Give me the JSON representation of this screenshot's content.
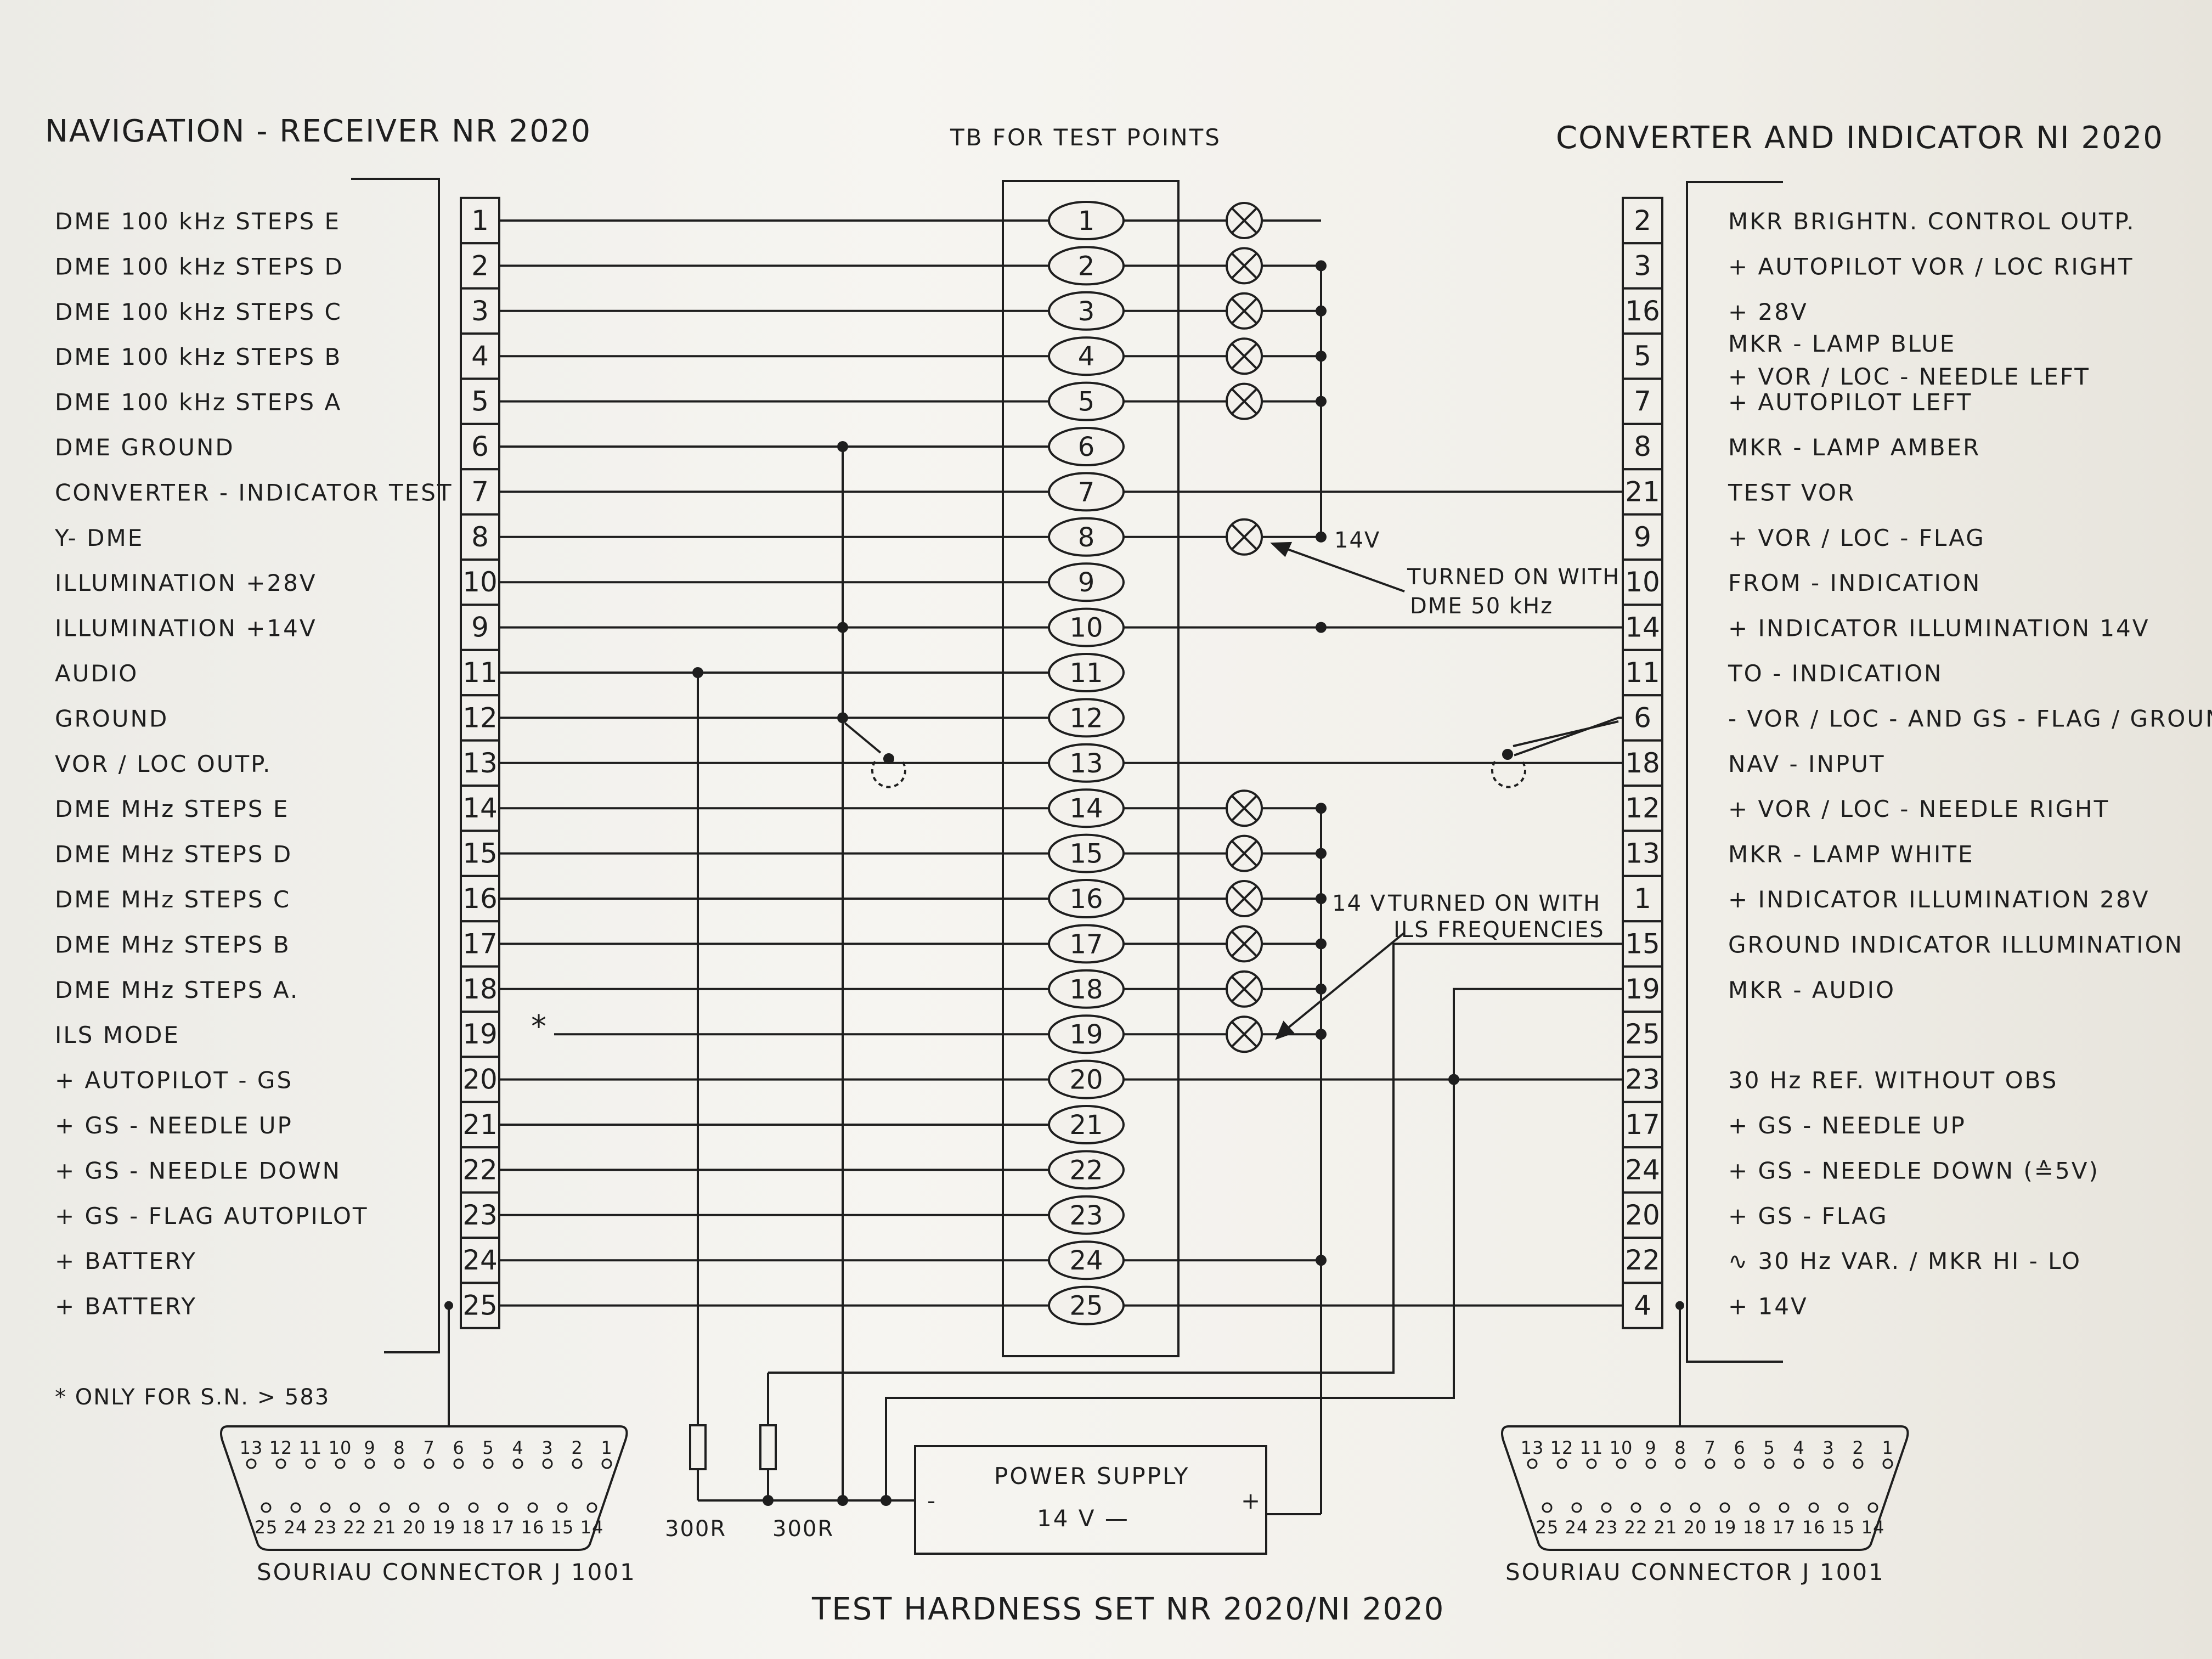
{
  "titles": {
    "left_device": "NAVIGATION - RECEIVER  NR 2020",
    "test_block": "TB FOR TEST POINTS",
    "right_device": "CONVERTER  AND  INDICATOR  NI 2020",
    "figure_caption": "TEST  HARDNESS  SET  NR 2020/NI 2020"
  },
  "left_pins": [
    {
      "label": "DME  100 kHz  STEPS  E",
      "pin": "1"
    },
    {
      "label": "DME  100 kHz  STEPS  D",
      "pin": "2"
    },
    {
      "label": "DME  100 kHz  STEPS  C",
      "pin": "3"
    },
    {
      "label": "DME  100 kHz  STEPS  B",
      "pin": "4"
    },
    {
      "label": "DME  100 kHz  STEPS  A",
      "pin": "5"
    },
    {
      "label": "DME  GROUND",
      "pin": "6"
    },
    {
      "label": "CONVERTER - INDICATOR  TEST",
      "pin": "7"
    },
    {
      "label": "Y- DME",
      "pin": "8"
    },
    {
      "label": "ILLUMINATION  +28V",
      "pin": "10"
    },
    {
      "label": "ILLUMINATION  +14V",
      "pin": "9"
    },
    {
      "label": "AUDIO",
      "pin": "11"
    },
    {
      "label": "GROUND",
      "pin": "12"
    },
    {
      "label": "VOR / LOC  OUTP.",
      "pin": "13"
    },
    {
      "label": "DME MHz   STEPS  E",
      "pin": "14"
    },
    {
      "label": "DME MHz   STEPS  D",
      "pin": "15"
    },
    {
      "label": "DME MHz   STEPS  C",
      "pin": "16"
    },
    {
      "label": "DME MHz   STEPS  B",
      "pin": "17"
    },
    {
      "label": "DME MHz   STEPS  A.",
      "pin": "18"
    },
    {
      "label": "ILS  MODE",
      "pin": "19"
    },
    {
      "label": "+ AUTOPILOT - GS",
      "pin": "20"
    },
    {
      "label": "+ GS - NEEDLE  UP",
      "pin": "21"
    },
    {
      "label": "+ GS - NEEDLE  DOWN",
      "pin": "22"
    },
    {
      "label": "+ GS - FLAG  AUTOPILOT",
      "pin": "23"
    },
    {
      "label": "+ BATTERY",
      "pin": "24"
    },
    {
      "label": "+ BATTERY",
      "pin": "25"
    }
  ],
  "test_points": [
    "1",
    "2",
    "3",
    "4",
    "5",
    "6",
    "7",
    "8",
    "9",
    "10",
    "11",
    "12",
    "13",
    "14",
    "15",
    "16",
    "17",
    "18",
    "19",
    "20",
    "21",
    "22",
    "23",
    "24",
    "25"
  ],
  "lamp_rows": [
    1,
    2,
    3,
    4,
    5,
    8,
    14,
    15,
    16,
    17,
    18,
    19
  ],
  "right_pins": [
    {
      "pin": "2",
      "label": "MKR  BRIGHTN.  CONTROL  OUTP."
    },
    {
      "pin": "3",
      "label": "+ AUTOPILOT  VOR / LOC  RIGHT"
    },
    {
      "pin": "16",
      "label": "+ 28V"
    },
    {
      "pin": "5",
      "label": "MKR - LAMP  BLUE",
      "label2": "+ VOR / LOC - NEEDLE  LEFT"
    },
    {
      "pin": "7",
      "label": "+ AUTOPILOT  LEFT"
    },
    {
      "pin": "8",
      "label": "MKR - LAMP  AMBER"
    },
    {
      "pin": "21",
      "label": "TEST  VOR"
    },
    {
      "pin": "9",
      "label": "+ VOR / LOC - FLAG"
    },
    {
      "pin": "10",
      "label": "FROM - INDICATION"
    },
    {
      "pin": "14",
      "label": "+ INDICATOR  ILLUMINATION  14V"
    },
    {
      "pin": "11",
      "label": "TO - INDICATION"
    },
    {
      "pin": "6",
      "label": "- VOR / LOC - AND  GS - FLAG / GROUND"
    },
    {
      "pin": "18",
      "label": "NAV - INPUT"
    },
    {
      "pin": "12",
      "label": "+ VOR / LOC - NEEDLE  RIGHT"
    },
    {
      "pin": "13",
      "label": "MKR - LAMP  WHITE"
    },
    {
      "pin": "1",
      "label": "+ INDICATOR  ILLUMINATION  28V"
    },
    {
      "pin": "15",
      "label": "GROUND  INDICATOR  ILLUMINATION"
    },
    {
      "pin": "19",
      "label": "MKR - AUDIO"
    },
    {
      "pin": "25",
      "label": ""
    },
    {
      "pin": "23",
      "label": "30 Hz  REF.  WITHOUT  OBS"
    },
    {
      "pin": "17",
      "label": "+ GS - NEEDLE  UP"
    },
    {
      "pin": "24",
      "label": "+ GS - NEEDLE  DOWN  (≙5V)"
    },
    {
      "pin": "20",
      "label": "+ GS - FLAG"
    },
    {
      "pin": "22",
      "label": "∿ 30 Hz  VAR. / MKR  HI - LO"
    },
    {
      "pin": "4",
      "label": "+ 14V"
    }
  ],
  "annotations": {
    "v14_upper": "14V",
    "dme_note_1": "TURNED  ON  WITH",
    "dme_note_2": "DME  50 kHz",
    "v14_lower": "14 V",
    "ils_note_1": "TURNED  ON  WITH",
    "ils_note_2": "ILS  FREQUENCIES",
    "star": "*",
    "footnote": "* ONLY  FOR  S.N.  > 583"
  },
  "power_supply": {
    "title": "POWER  SUPPLY",
    "voltage": "14 V —",
    "minus": "-",
    "plus": "+"
  },
  "resistors": [
    "300R",
    "300R"
  ],
  "connectors": {
    "top_row": [
      "13",
      "12",
      "11",
      "10",
      "9",
      "8",
      "7",
      "6",
      "5",
      "4",
      "3",
      "2",
      "1"
    ],
    "bottom_row": [
      "25",
      "24",
      "23",
      "22",
      "21",
      "20",
      "19",
      "18",
      "17",
      "16",
      "15",
      "14"
    ],
    "left_caption": "SOURIAU  CONNECTOR  J 1001",
    "right_caption": "SOURIAU  CONNECTOR  J 1001"
  }
}
